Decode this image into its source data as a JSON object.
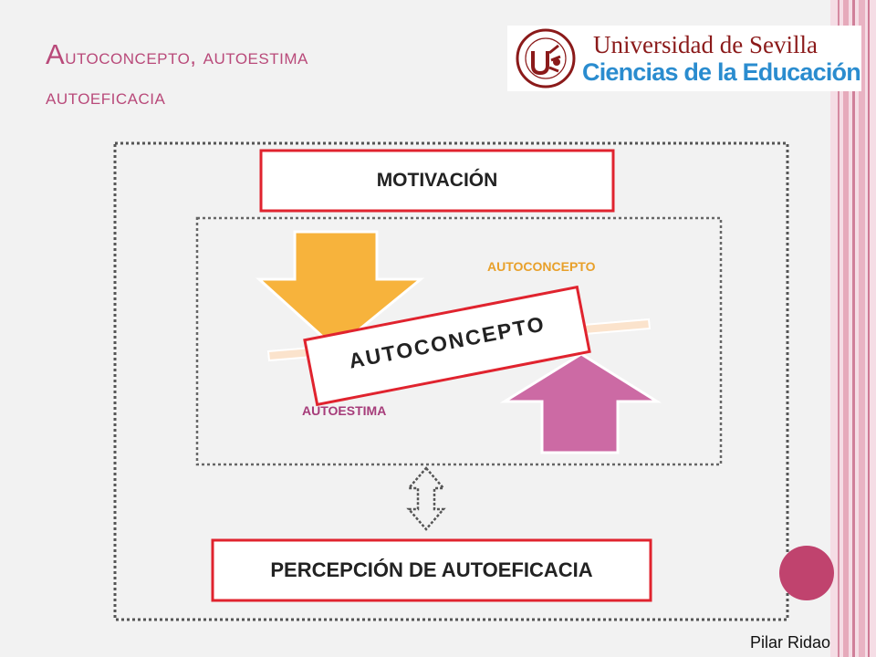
{
  "slide": {
    "title_line1_initial": "A",
    "title_line1_rest": "utoconcepto, autoestima",
    "title_line2": "autoeficacia",
    "author": "Pilar Ridao"
  },
  "logo": {
    "line1": "Universidad de Sevilla",
    "line2": "Ciencias de la Educación"
  },
  "diagram": {
    "top_box": "MOTIVACIÓN",
    "bottom_box": "PERCEPCIÓN DE AUTOEFICACIA",
    "tilted_box": "AUTOCONCEPTO",
    "label_upper_right": "AUTOCONCEPTO",
    "label_lower_left": "AUTOESTIMA"
  },
  "colors": {
    "title": "#b94a7a",
    "box_border": "#e0232e",
    "down_arrow": "#f7b33c",
    "up_arrow": "#cc6aa4",
    "beam": "#fbe3cc",
    "circle": "#c0436e",
    "logo_red": "#8b1a1a",
    "logo_blue": "#2a8ccf"
  },
  "icons": [
    "university-seal-icon",
    "double-arrow-icon",
    "down-arrow-icon",
    "up-arrow-icon"
  ]
}
